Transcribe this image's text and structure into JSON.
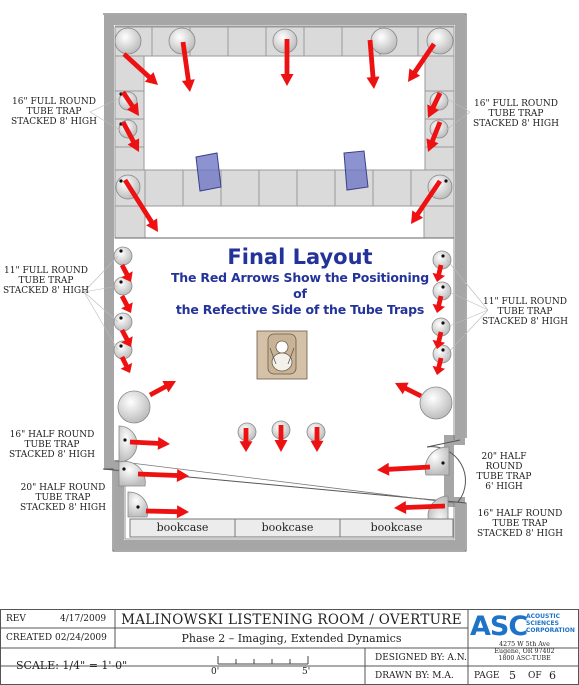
{
  "heading": {
    "title": "Final Layout",
    "subtitle_line1": "The Red Arrows Show the Positioning of",
    "subtitle_line2": "the Refective Side of the Tube Traps"
  },
  "labels": {
    "top_left": "16\" FULL ROUND\nTUBE TRAP\nSTACKED 8' HIGH",
    "top_right": "16\" FULL ROUND\nTUBE TRAP\nSTACKED 8' HIGH",
    "mid_left": "11\" FULL ROUND\nTUBE TRAP\nSTACKED 8' HIGH",
    "mid_right": "11\" FULL ROUND\nTUBE TRAP\nSTACKED 8' HIGH",
    "half16_left": "16\" HALF ROUND\nTUBE TRAP\nSTACKED 8' HIGH",
    "half20_left": "20\" HALF ROUND\nTUBE TRAP\nSTACKED 8' HIGH",
    "half20_right": "20\" HALF ROUND\nTUBE TRAP\n6' HIGH",
    "half16_right": "16\" HALF ROUND\nTUBE TRAP\nSTACKED 8' HIGH"
  },
  "bookcases": [
    "bookcase",
    "bookcase",
    "bookcase"
  ],
  "title_block": {
    "rev_label": "REV",
    "rev_date": "4/17/2009",
    "created_label": "CREATED",
    "created_date": "02/24/2009",
    "project_title": "MALINOWSKI LISTENING ROOM / OVERTURE",
    "phase": "Phase 2 – Imaging, Extended Dynamics",
    "scale": "SCALE:  1/4\" = 1'-0\"",
    "scale_start": "0'",
    "scale_end": "5'",
    "designed_by": "DESIGNED BY: A.N.",
    "drawn_by": "DRAWN BY: M.A.",
    "page_label": "PAGE",
    "page_number": "5",
    "page_of": "OF",
    "page_total": "6"
  },
  "logo": {
    "brand": "ASC",
    "tagline_line1": "ACOUSTIC",
    "tagline_line2": "SCIENCES",
    "tagline_line3": "CORPORATION",
    "address_line1": "4275 W 5th Ave",
    "address_line2": "Eugene, OR 97402",
    "address_line3": "1800 ASC-TUBE"
  },
  "colors": {
    "wall": "#a9a9a9",
    "trap_fill": "#dcdcdc",
    "arrow": "#ee1111",
    "speaker": "#6f78c4",
    "chair": "#d2bfa7",
    "heading": "#23339a",
    "logo": "#1e73c8"
  }
}
